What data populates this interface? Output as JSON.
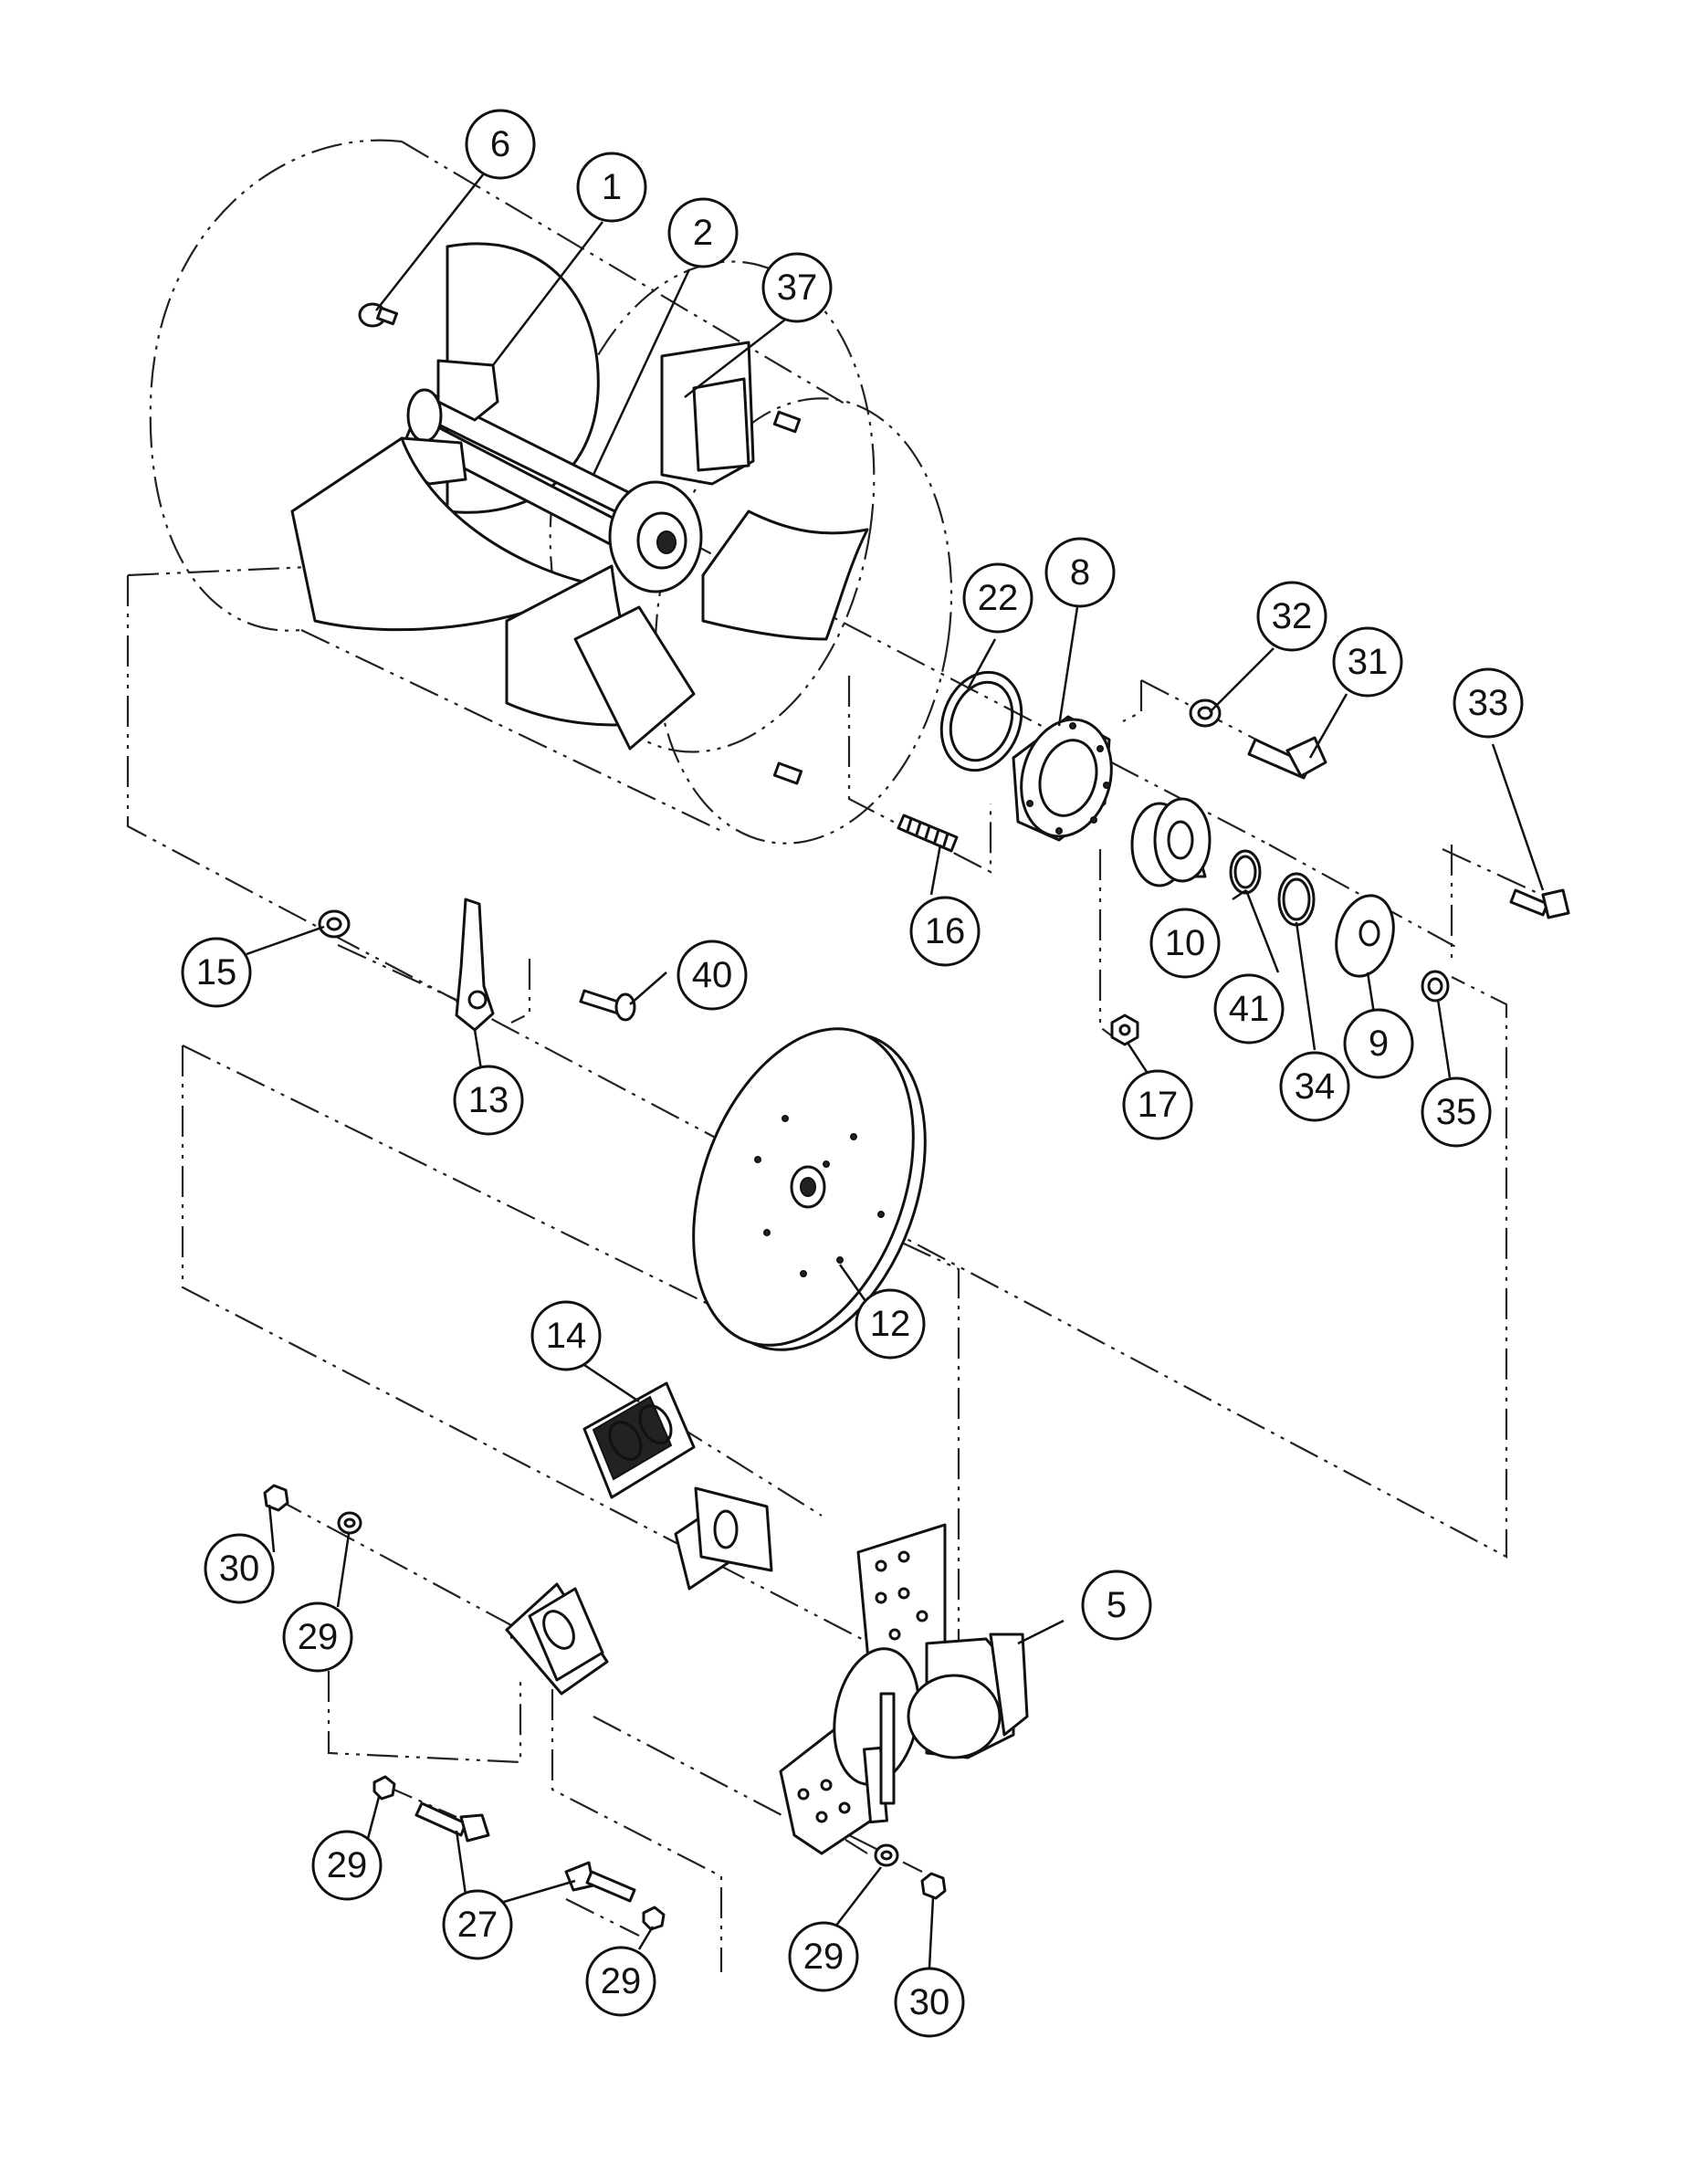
{
  "callouts": [
    {
      "id": "c6",
      "label": "6"
    },
    {
      "id": "c1",
      "label": "1"
    },
    {
      "id": "c2",
      "label": "2"
    },
    {
      "id": "c37",
      "label": "37"
    },
    {
      "id": "c22",
      "label": "22"
    },
    {
      "id": "c8",
      "label": "8"
    },
    {
      "id": "c32",
      "label": "32"
    },
    {
      "id": "c31",
      "label": "31"
    },
    {
      "id": "c33",
      "label": "33"
    },
    {
      "id": "c16",
      "label": "16"
    },
    {
      "id": "c10",
      "label": "10"
    },
    {
      "id": "c41",
      "label": "41"
    },
    {
      "id": "c34",
      "label": "34"
    },
    {
      "id": "c9",
      "label": "9"
    },
    {
      "id": "c35",
      "label": "35"
    },
    {
      "id": "c17",
      "label": "17"
    },
    {
      "id": "c15",
      "label": "15"
    },
    {
      "id": "c40",
      "label": "40"
    },
    {
      "id": "c13",
      "label": "13"
    },
    {
      "id": "c12",
      "label": "12"
    },
    {
      "id": "c14",
      "label": "14"
    },
    {
      "id": "c30a",
      "label": "30"
    },
    {
      "id": "c29a",
      "label": "29"
    },
    {
      "id": "c5",
      "label": "5"
    },
    {
      "id": "c29b",
      "label": "29"
    },
    {
      "id": "c27",
      "label": "27"
    },
    {
      "id": "c29c",
      "label": "29"
    },
    {
      "id": "c29d",
      "label": "29"
    },
    {
      "id": "c30b",
      "label": "30"
    }
  ]
}
